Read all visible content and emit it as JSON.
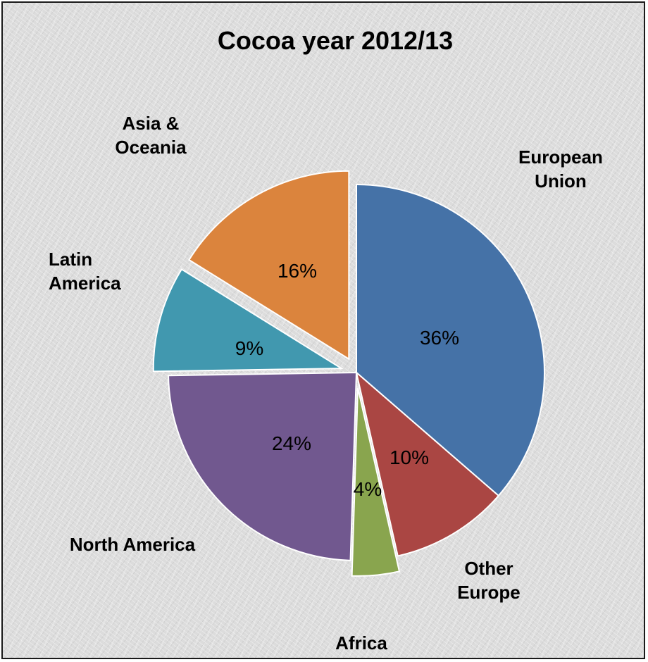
{
  "chart_data": {
    "type": "pie",
    "title": "Cocoa year 2012/13",
    "slices": [
      {
        "name": "European Union",
        "label_lines": [
          "European",
          "Union"
        ],
        "value": 36,
        "value_label": "36%",
        "color": "#4572A7",
        "exploded": false
      },
      {
        "name": "Other Europe",
        "label_lines": [
          "Other",
          "Europe"
        ],
        "value": 10,
        "value_label": "10%",
        "color": "#AA4643",
        "exploded": false
      },
      {
        "name": "Africa",
        "label_lines": [
          "Africa"
        ],
        "value": 4,
        "value_label": "4%",
        "color": "#89A54E",
        "exploded": true
      },
      {
        "name": "North America",
        "label_lines": [
          "North America"
        ],
        "value": 24,
        "value_label": "24%",
        "color": "#71588F",
        "exploded": false
      },
      {
        "name": "Latin America",
        "label_lines": [
          "Latin",
          "America"
        ],
        "value": 9,
        "value_label": "9%",
        "color": "#4198AF",
        "exploded": true
      },
      {
        "name": "Asia & Oceania",
        "label_lines": [
          "Asia &",
          "Oceania"
        ],
        "value": 16,
        "value_label": "16%",
        "color": "#DB843D",
        "exploded": true
      }
    ],
    "start_angle_deg": 0,
    "direction": "clockwise",
    "legend": "none"
  }
}
